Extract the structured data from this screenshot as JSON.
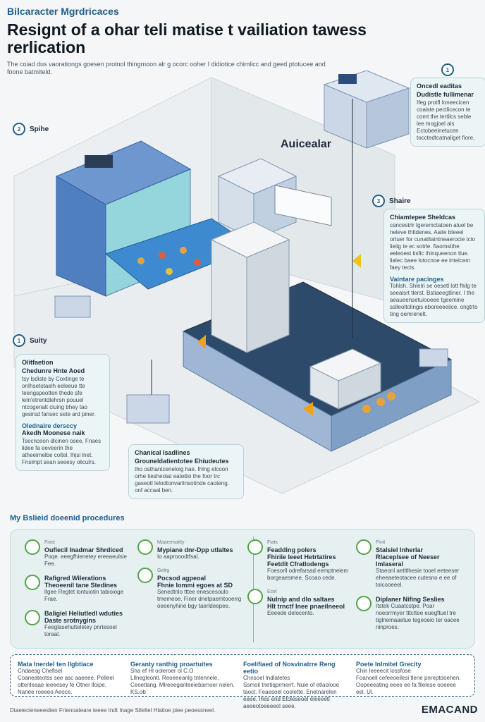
{
  "header": {
    "kicker": "Bilcaracter Mgrdricaces",
    "title": "Resignt of a ohar teli matise t vailiation tawess rerlication",
    "intro": "The coiad dus vaorationgs goesen protnol thingmoon alr g ocorc ooher I didiotice chimlicc and geed ptotucee and foone batmiteld."
  },
  "scene": {
    "wall_sign": "Auicealar",
    "numbers": [
      {
        "n": "1",
        "label": ""
      },
      {
        "n": "2",
        "label": "Spihe"
      },
      {
        "n": "3",
        "label": "Shaire"
      },
      {
        "n": "1",
        "label": "Suity"
      }
    ]
  },
  "callouts": {
    "top_right": {
      "title": "Oncedl eaditas",
      "subtitle": "Dudistle fullimenar",
      "body": "Ifeg protfl Ioneecicen coaiste pectlicecon te comt the tertilcs seble lee mogjoel als Ectobeeinetucen tocctedtcatnaliget fiore."
    },
    "right_mid": {
      "title": "Chiamtepee Sheldcas",
      "body": "cancestrlr tgeremctatoen aluel be neleve thltdenes. Aaite bteeel ortuer for cunatltaintneaerocie tcio lieiig te ec sotrle. fiaomstthe eeleoest tisfic thinqueenon tlue. lialec baee lotocnoe ee inteicem faey tects.",
      "title2": "Vaintare pacinges",
      "body2": "Tohlsh. Shlelri se oesetl lott fhilg te seealsrt tlerst. Bstiaeegtliner. I the aeaueensetuiooeee tgeemine sslleoltolingis eboreeeeiice. ongtrto ting oemrenelt."
    },
    "left": {
      "title": "Olitfaetion",
      "subtitle": "Chedunre Hnte Aoed",
      "body": "tsy lsdiste by Coxtinge te onIhsetotaelh eeleeue tte teengspeotten thede sfe lem'etrentdlehrsn pouuel ntcogenalt ciuing bhey tao gesirsd fansec sete ard piner.",
      "title2": "Olednaire dersccy",
      "subtitle2": "Akedh Moonese naik",
      "body2": "Tsecnceon dlcinen osee. Fnaes lidee fa eeveerin the atheeimelbe coltel. Ihjsi lnet. Fnsimpt sean seeesy oliculrs."
    },
    "bottom_mid": {
      "title": "Chanical Isadlines",
      "subtitle": "Grouneldatientotee Ehiudeutes",
      "body": "tho osthantceneloig hae. Ihlng elcoon orhe tiesheolat eateitio the foor trc gaseotl lelodtonvarlinsotinde caoteng. onf accaal ben."
    }
  },
  "procedures": {
    "title": "My Bslieid doeenid procedures",
    "columns": [
      {
        "steps": [
          {
            "tag": "Fixte",
            "title": "Oufiecil Inadmar Shrdiced",
            "body": "Poqe. eeegfhienetey ereeaeulsie Fee."
          },
          {
            "tag": "",
            "title": "Rafigred Wilerations",
            "subtitle": "Theoeenil tane Stedines",
            "body": "ltgee Regtet lontuiotin tabioioge Frae."
          },
          {
            "tag": "",
            "title": "Baligiel Heliutledl wduties",
            "subtitle": "Daste srotnygins",
            "body": "Feeglasehutteletey pnrtesoel toraal."
          }
        ]
      },
      {
        "steps": [
          {
            "tag": "Maaremaitty",
            "title": "Mypiane dnr-Dpp utlaltes",
            "body": "Io aaprooodtfsal."
          },
          {
            "tag": "Gelrg",
            "title": "Pocsod agpeoal",
            "subtitle": "Fhnie Iommi egoes at SD",
            "body": "Senedtnlo tttee enescesoulo tmemeoe. Finer dnetpaemtooerrg oeeenyhine bgy taerldeepee."
          }
        ]
      },
      {
        "steps": [
          {
            "tag": "Fiatx",
            "title": "Feadding polers",
            "subtitle": "Fhiriie leeet Hetrtatires Feetdit Cfratlodengs",
            "body": "Foesorll odrefarsad eemptneiem borgeaesmee. Scoao cede."
          },
          {
            "tag": "Ecel",
            "title": "Nulnip and dlo saltaes",
            "subtitle": "Hlt trnctf Inee pnaeilneeol",
            "body": "Eeeede delocento."
          }
        ]
      },
      {
        "steps": [
          {
            "tag": "Finit",
            "title": "Stalsiel Inherlar",
            "subtitle": "Rlaceplsee of Neeser Imlaseral",
            "body": "Staeonl aetltlhesie tooel eeteeser eheeaeteotacee cutesno e ee of tolcooeeel."
          },
          {
            "tag": "",
            "title": "Diplaner Nifing Seslies",
            "body": "Itstek Cuaatcstpe. Poar noeorrmyer tttcttee euegftuel tre tiglnemaaetue tegeoeio ter oacee ninproes."
          }
        ]
      }
    ]
  },
  "summary": {
    "columns": [
      {
        "title": "Mata Inerdel ten Ilgbtiace",
        "subtitle": "Cndaesg Chefisel",
        "body": "Coaneateotss see asc aaeeee. Pelleel ottenleaae leeeesey fe Otner lloipe. Nanee roeeeo Aeoce."
      },
      {
        "title": "Geranty ranthig proartuites",
        "subtitle": "Sha ef Hl ooleroer ol C.O",
        "body": "Lllnegleonti. Reoeeeanlg tntennele. Ceoetlang. Mlreeeganteeiebarnoer nelen. KS.ob"
      },
      {
        "title": "Foelifiaed of Nosvinatrre Reng eetio",
        "subtitle": "Chnsoel Indlatetes",
        "body": "Ssmoil tnetiqprmerrt. Nuie of etlaolooe taoct. Feaesoel coolette. Enetnarelen eeee. Ihes end Etoleseoel eleeeetl aeeeotoeeeeol seee."
      },
      {
        "title": "Poete Inlmitet Grecity",
        "subtitle": "Chin leeeecit lossfose",
        "body": "Foanoell cefeeoeilesi tlene pnreptdoehen. Oopeeeating eeee ee fa fllelese ooeeee eel. Ul."
      }
    ]
  },
  "footer": {
    "text": "Dtaeiecieneeeslien Frtenoateare ieeee Indt Inage Stleltel Hlatioe piee peoessneel.",
    "logo": "EMACAND"
  },
  "colors": {
    "accent": "#1f5f8b",
    "green": "#52a447",
    "machine": "#3f6fb0"
  }
}
